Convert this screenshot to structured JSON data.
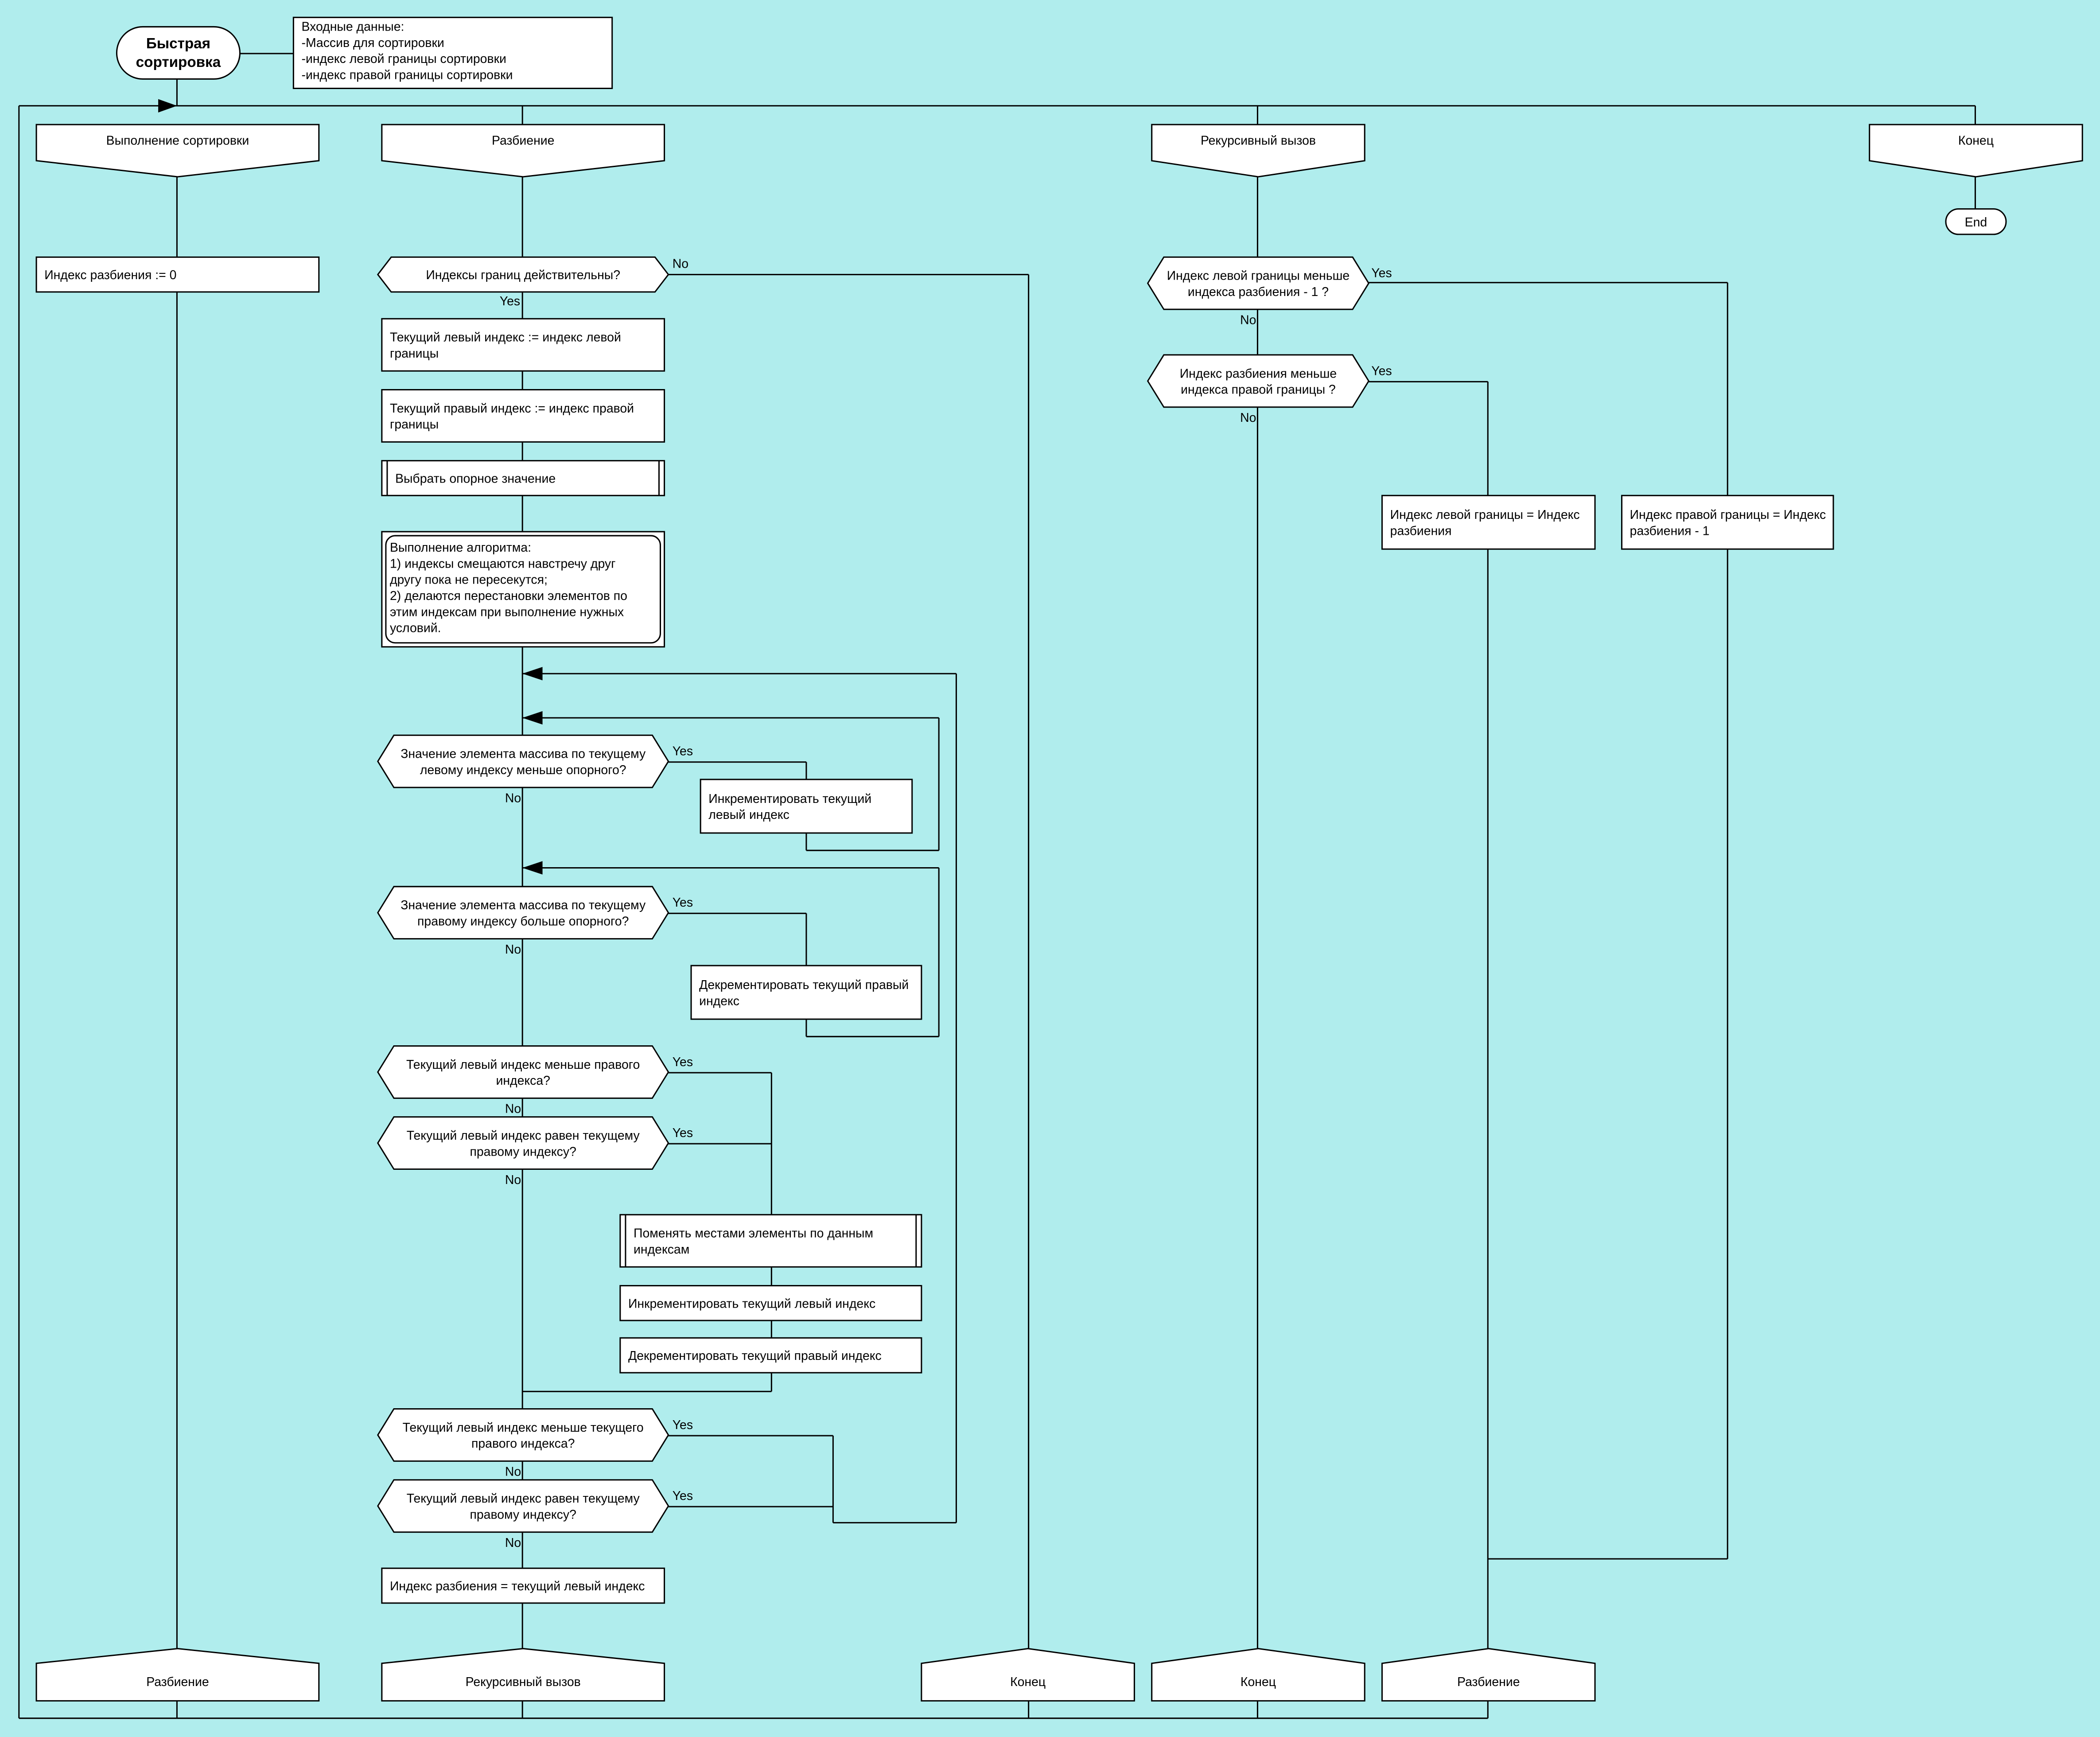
{
  "title": {
    "lines": [
      "Быстрая",
      "сортировка"
    ]
  },
  "input_comment": {
    "lines": [
      "Входные данные:",
      "-Массив для сортировки",
      "-индекс левой границы сортировки",
      "-индекс правой границы сортировки"
    ]
  },
  "branches": {
    "b1": {
      "lines": [
        "Выполнение сортировки"
      ]
    },
    "b2": {
      "lines": [
        "Разбиение"
      ]
    },
    "b3": {
      "lines": [
        "Рекурсивный вызов"
      ]
    },
    "b4": {
      "lines": [
        "Конец"
      ]
    }
  },
  "end": {
    "lines": [
      "End"
    ]
  },
  "nodes": {
    "n_init": {
      "lines": [
        "Индекс разбиения := 0"
      ]
    },
    "d_valid": {
      "lines": [
        "Индексы границ действительны?"
      ]
    },
    "n_left": {
      "lines": [
        "Текущий левый индекс := индекс левой",
        "границы"
      ]
    },
    "n_right": {
      "lines": [
        "Текущий правый индекс := индекс правой",
        "границы"
      ]
    },
    "n_pivot": {
      "lines": [
        "Выбрать опорное значение"
      ]
    },
    "n_algo": {
      "lines": [
        "Выполнение алгоритма:",
        "1) индексы смещаются навстречу друг",
        "другу пока не пересекутся;",
        "2) делаются перестановки элементов по",
        "этим индексам при выполнение нужных",
        "условий."
      ]
    },
    "d_lt": {
      "lines": [
        "Значение элемента массива по текущему",
        "левому индексу меньше опорного?"
      ]
    },
    "n_inc1": {
      "lines": [
        "Инкрементировать текущий",
        "левый индекс"
      ]
    },
    "d_gt": {
      "lines": [
        "Значение элемента массива по текущему",
        "правому индексу больше опорного?"
      ]
    },
    "n_dec1": {
      "lines": [
        "Декрементировать текущий правый",
        "индекс"
      ]
    },
    "d_less": {
      "lines": [
        "Текущий левый индекс меньше правого",
        "индекса?"
      ]
    },
    "d_eq": {
      "lines": [
        "Текущий левый индекс равен текущему",
        "правому индексу?"
      ]
    },
    "n_swap": {
      "lines": [
        "Поменять местами элементы по данным",
        "индексам"
      ]
    },
    "n_inc2": {
      "lines": [
        "Инкрементировать текущий левый индекс"
      ]
    },
    "n_dec2": {
      "lines": [
        "Декрементировать текущий правый индекс"
      ]
    },
    "d_less2": {
      "lines": [
        "Текущий левый индекс меньше текущего",
        "правого индекса?"
      ]
    },
    "d_eq2": {
      "lines": [
        "Текущий левый индекс равен текущему",
        "правому индексу?"
      ]
    },
    "n_result": {
      "lines": [
        "Индекс разбиения = текущий левый индекс"
      ]
    },
    "d_rec_left": {
      "lines": [
        "Индекс левой границы меньше",
        "индекса разбиения - 1 ?"
      ]
    },
    "d_rec_right": {
      "lines": [
        "Индекс разбиения меньше",
        "индекса правой границы ?"
      ]
    },
    "n_set_left": {
      "lines": [
        "Индекс левой границы = Индекс",
        "разбиения"
      ]
    },
    "n_set_right": {
      "lines": [
        "Индекс правой границы = Индекс",
        "разбиения - 1"
      ]
    }
  },
  "addresses": {
    "a1": {
      "lines": [
        "Разбиение"
      ]
    },
    "a2": {
      "lines": [
        "Рекурсивный вызов"
      ]
    },
    "a3": {
      "lines": [
        "Конец"
      ]
    },
    "a4": {
      "lines": [
        "Конец"
      ]
    },
    "a5": {
      "lines": [
        "Разбиение"
      ]
    }
  },
  "labels": {
    "yes": "Yes",
    "no": "No"
  },
  "colors": {
    "background": "#b0eded",
    "shape_fill": "#ffffff",
    "stroke": "#000000"
  }
}
